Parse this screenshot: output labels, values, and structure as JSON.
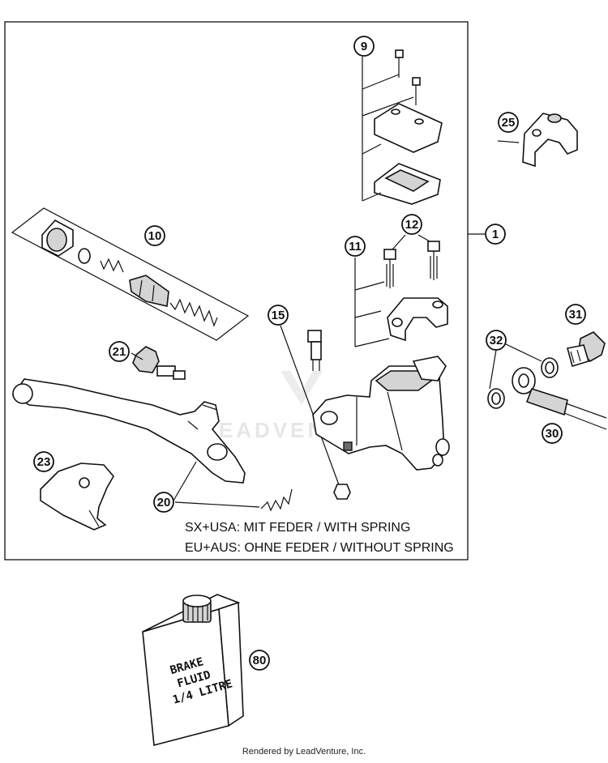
{
  "callouts": {
    "c1": "1",
    "c9": "9",
    "c10": "10",
    "c11": "11",
    "c12": "12",
    "c15": "15",
    "c20": "20",
    "c21": "21",
    "c23": "23",
    "c25": "25",
    "c30": "30",
    "c31": "31",
    "c32": "32",
    "c80": "80"
  },
  "notes": {
    "line1": "SX+USA:  MIT FEDER / WITH SPRING",
    "line2": "EU+AUS:  OHNE FEDER / WITHOUT SPRING"
  },
  "bottle_label": {
    "line1": "BRAKE",
    "line2": "FLUID",
    "line3": "1/4 LITRE"
  },
  "watermark": "LEADVENTURE",
  "credit": "Rendered by LeadVenture, Inc."
}
